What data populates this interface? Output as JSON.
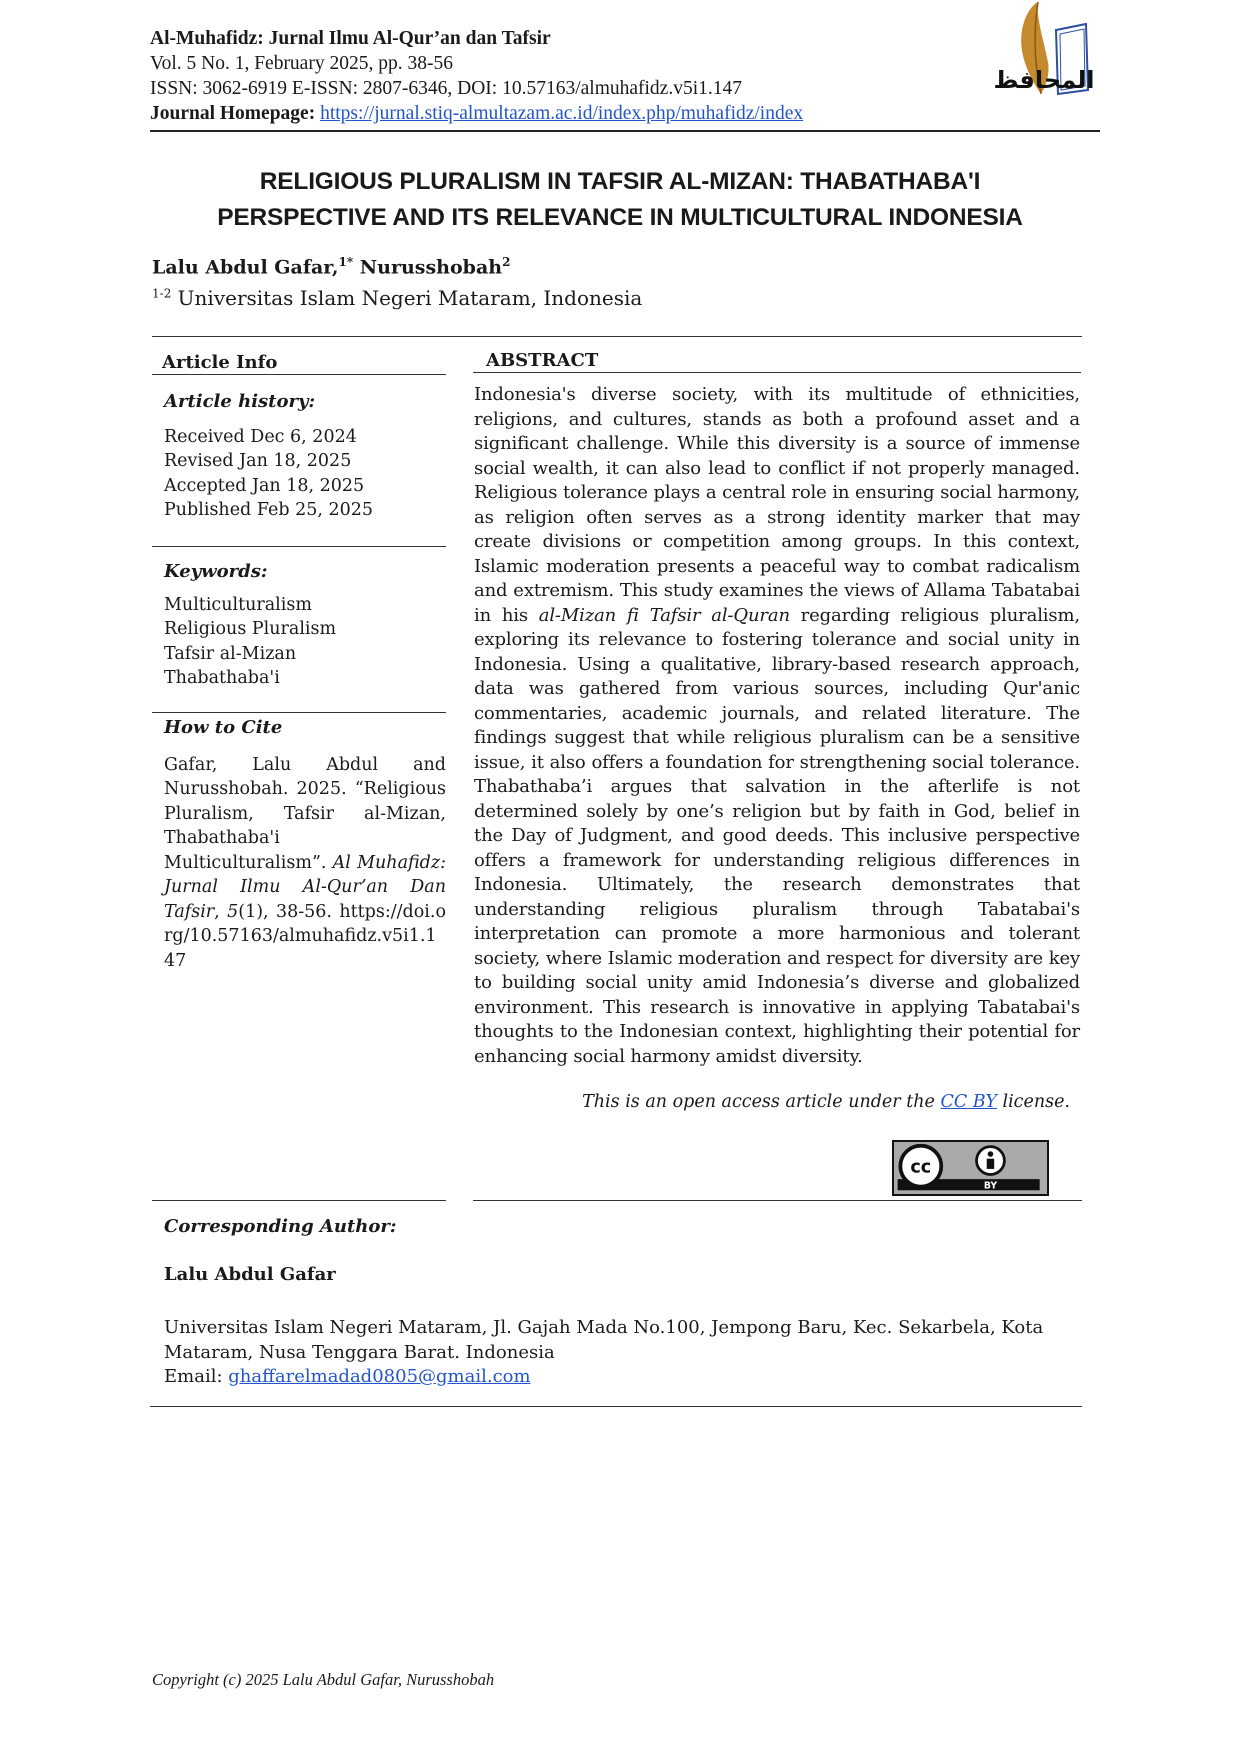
{
  "header": {
    "journal_title": "Al-Muhafidz: Jurnal Ilmu Al-Qur’an dan Tafsir",
    "volume": "Vol. 5 No. 1, February 2025, pp. 38-56",
    "issn": "ISSN: 3062-6919 E-ISSN: 2807-6346, DOI: 10.57163/almuhafidz.v5i1.147",
    "homepage_label": "Journal Homepage:",
    "homepage_url": "https://jurnal.stiq-almultazam.ac.id/index.php/muhafidz/index",
    "logo_text": "المحافظ"
  },
  "title": {
    "line1": "RELIGIOUS PLURALISM IN TAFSIR AL-MIZAN: THABATHABA'I",
    "line2": "PERSPECTIVE AND ITS RELEVANCE IN MULTICULTURAL INDONESIA"
  },
  "authors": {
    "author1": "Lalu Abdul Gafar,",
    "author1_sup": "1*",
    "author2": " Nurusshobah",
    "author2_sup": "2",
    "affil_sup": "1-2",
    "affiliation": " Universitas Islam Negeri Mataram, Indonesia"
  },
  "article_info": {
    "heading": "Article Info",
    "history_heading": "Article history:",
    "history": [
      "Received Dec 6, 2024",
      "Revised Jan 18, 2025",
      "Accepted Jan 18, 2025",
      "Published Feb 25, 2025"
    ],
    "keywords_heading": "Keywords:",
    "keywords": [
      "Multiculturalism",
      "Religious Pluralism",
      "Tafsir al-Mizan",
      "Thabathaba'i"
    ],
    "cite_heading": "How to Cite",
    "cite_text1": "Gafar, Lalu Abdul and Nurusshobah. 2025. “Religious Pluralism, Tafsir al-Mizan, Thabathaba'i Multiculturalism”. ",
    "cite_journal": "Al Muhafidz: Jurnal Ilmu Al-Qur’an Dan Tafsir",
    "cite_text2": ", ",
    "cite_vol": "5",
    "cite_text3": "(1), 38-56. https://doi.org/10.57163/almuhafidz.v5i1.147"
  },
  "abstract": {
    "heading": "ABSTRACT",
    "part1": "Indonesia's diverse society, with its multitude of ethnicities, religions, and cultures, stands as both a profound asset and a significant challenge. While this diversity is a source of immense social wealth, it can also lead to conflict if not properly managed. Religious tolerance plays a central role in ensuring social harmony, as religion often serves as a strong identity marker that may create divisions or competition among groups. In this context, Islamic moderation presents a peaceful way to combat radicalism and extremism. This study examines the views of Allama Tabatabai in his ",
    "italic": "al-Mizan fi Tafsir al-Quran",
    "part2": " regarding religious pluralism, exploring its relevance to fostering tolerance and social unity in Indonesia. Using a qualitative, library-based research approach, data was gathered from various sources, including Qur'anic commentaries, academic journals, and related literature. The findings suggest that while religious pluralism can be a sensitive issue, it also offers a foundation for strengthening social tolerance. Thabathaba’i argues that salvation in the afterlife is not determined solely by one’s religion but by faith in God, belief in the Day of Judgment, and good deeds. This inclusive perspective offers a framework for understanding religious differences in Indonesia. Ultimately, the research demonstrates that understanding religious pluralism through Tabatabai's interpretation can promote a more harmonious and tolerant society, where Islamic moderation and respect for diversity are key to building social unity amid Indonesia’s diverse and globalized environment. This research is innovative in applying Tabatabai's thoughts to the Indonesian context, highlighting their potential for enhancing social harmony amidst diversity."
  },
  "license": {
    "text1": "This is an open access article under the ",
    "link": "CC BY",
    "text2": " license.",
    "badge_cc": "cc",
    "badge_by": "BY"
  },
  "corresponding": {
    "heading": "Corresponding Author:",
    "name": "Lalu Abdul Gafar",
    "address": "Universitas Islam Negeri Mataram, Jl. Gajah Mada No.100, Jempong Baru, Kec. Sekarbela, Kota Mataram, Nusa Tenggara Barat. Indonesia",
    "email_label": "Email: ",
    "email": "ghaffarelmadad0805@gmail.com"
  },
  "footer": {
    "copyright": "Copyright (c) 2025 Lalu Abdul Gafar, Nurusshobah"
  }
}
